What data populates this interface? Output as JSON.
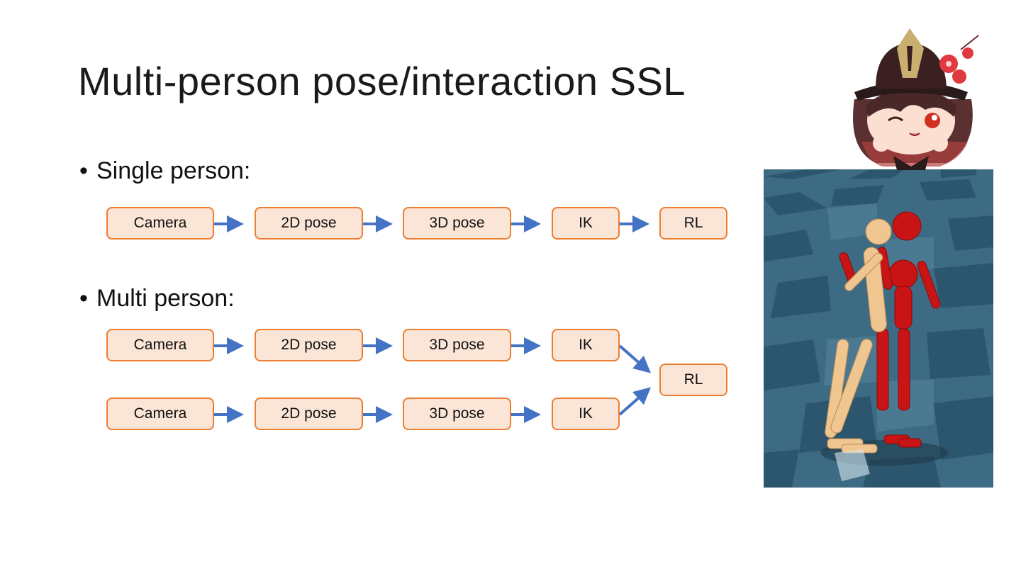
{
  "slide": {
    "title": "Multi-person pose/interaction SSL",
    "bullets": {
      "single": "Single person:",
      "multi": "Multi person:"
    }
  },
  "single_pipeline": [
    "Camera",
    "2D pose",
    "3D pose",
    "IK",
    "RL"
  ],
  "multi_pipeline": {
    "row1": [
      "Camera",
      "2D pose",
      "3D pose",
      "IK"
    ],
    "row2": [
      "Camera",
      "2D pose",
      "3D pose",
      "IK"
    ],
    "merge": "RL"
  },
  "colors": {
    "box_fill": "#fbe5d6",
    "box_border": "#ed7d31",
    "arrow": "#4472c4",
    "figure_beige": "#f0c88c",
    "figure_red": "#cc1010",
    "floor_dark": "#2f5a70",
    "floor_light": "#4f7e96"
  },
  "images": {
    "mascot": "chibi-character-with-hat",
    "scene": "two-ragdoll-figures-interacting-on-checkered-floor"
  }
}
